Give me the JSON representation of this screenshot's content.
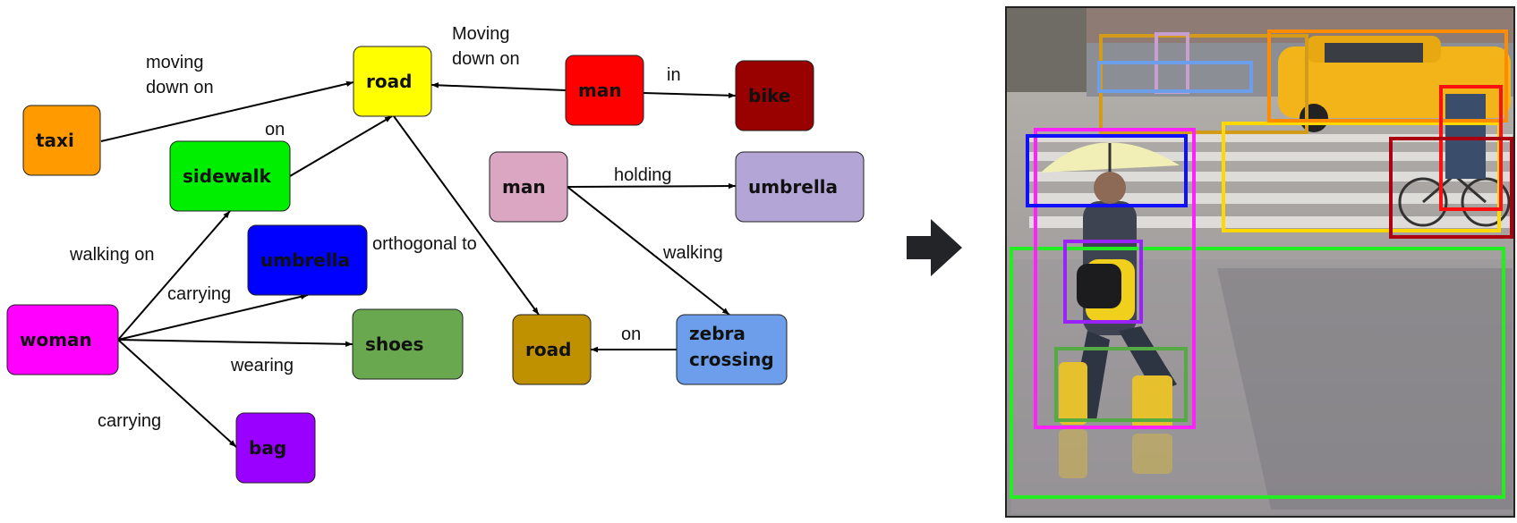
{
  "scene_graph": {
    "nodes": [
      {
        "id": "taxi",
        "label": "taxi",
        "color": "#ff9a00"
      },
      {
        "id": "road_top",
        "label": "road",
        "color": "#ffff00"
      },
      {
        "id": "sidewalk",
        "label": "sidewalk",
        "color": "#00ee00"
      },
      {
        "id": "man_red",
        "label": "man",
        "color": "#ff0000"
      },
      {
        "id": "bike",
        "label": "bike",
        "color": "#990000"
      },
      {
        "id": "man_pink",
        "label": "man",
        "color": "#dba6c1"
      },
      {
        "id": "umbrella_purple",
        "label": "umbrella",
        "color": "#b3a5d6"
      },
      {
        "id": "umbrella_blue",
        "label": "umbrella",
        "color": "#0000ff"
      },
      {
        "id": "woman",
        "label": "woman",
        "color": "#ff00ff"
      },
      {
        "id": "shoes",
        "label": "shoes",
        "color": "#6aa84f"
      },
      {
        "id": "bag",
        "label": "bag",
        "color": "#9900ff"
      },
      {
        "id": "road_bottom",
        "label": "road",
        "color": "#bf9000"
      },
      {
        "id": "zebra",
        "label": [
          "zebra",
          "crossing"
        ],
        "color": "#6d9eeb"
      }
    ],
    "edges": [
      {
        "from": "taxi",
        "to": "road_top",
        "label": [
          "moving",
          "down on"
        ]
      },
      {
        "from": "sidewalk",
        "to": "road_top",
        "label": [
          "on"
        ]
      },
      {
        "from": "man_red",
        "to": "road_top",
        "label": [
          "Moving",
          "down on"
        ]
      },
      {
        "from": "man_red",
        "to": "bike",
        "label": [
          "in"
        ]
      },
      {
        "from": "road_top",
        "to": "road_bottom",
        "label": [
          "orthogonal to"
        ]
      },
      {
        "from": "woman",
        "to": "sidewalk",
        "label": [
          "walking on"
        ]
      },
      {
        "from": "woman",
        "to": "umbrella_blue",
        "label": [
          "carrying"
        ]
      },
      {
        "from": "woman",
        "to": "shoes",
        "label": [
          "wearing"
        ]
      },
      {
        "from": "woman",
        "to": "bag",
        "label": [
          "carrying"
        ]
      },
      {
        "from": "man_pink",
        "to": "umbrella_purple",
        "label": [
          "holding"
        ]
      },
      {
        "from": "man_pink",
        "to": "zebra",
        "label": [
          "walking"
        ]
      },
      {
        "from": "zebra",
        "to": "road_bottom",
        "label": [
          "on"
        ]
      }
    ]
  },
  "arrow_icon": "right-arrow-icon",
  "photo": {
    "description_icon": "street-photo-woman-umbrella",
    "boxes": [
      {
        "node": "road_bottom",
        "color": "#d49a1a"
      },
      {
        "node": "road_top",
        "color": "#ffd800"
      },
      {
        "node": "taxi",
        "color": "#ff8c00"
      },
      {
        "node": "man_pink",
        "color": "#c8a0d0"
      },
      {
        "node": "zebra",
        "color": "#6d9eeb"
      },
      {
        "node": "sidewalk",
        "color": "#22ee22"
      },
      {
        "node": "woman",
        "color": "#ff22ff"
      },
      {
        "node": "umbrella_blue",
        "color": "#1010ff"
      },
      {
        "node": "bag",
        "color": "#9922ff"
      },
      {
        "node": "shoes",
        "color": "#55aa44"
      },
      {
        "node": "man_red",
        "color": "#ff1010"
      },
      {
        "node": "bike",
        "color": "#aa0010"
      }
    ]
  }
}
